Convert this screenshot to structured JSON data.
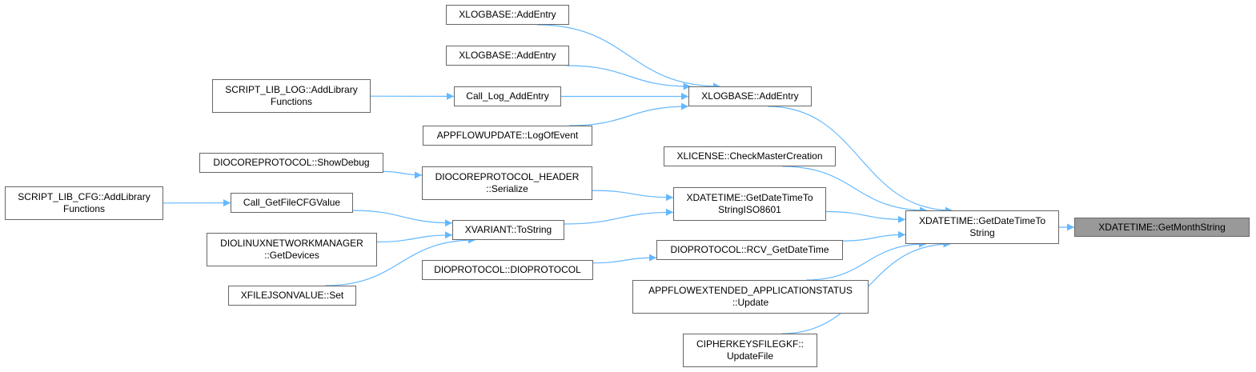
{
  "graph": {
    "edge_color": "#63b8ff",
    "node_border_color": "#666666",
    "current_node_fill": "#999999",
    "nodes": {
      "getmonthstring": [
        "XDATETIME::GetMonthString"
      ],
      "getdatetimetostring": [
        "XDATETIME::GetDateTimeTo",
        "String"
      ],
      "xlogbase_addentry_main": [
        "XLOGBASE::AddEntry"
      ],
      "xlogbase_addentry_top": [
        "XLOGBASE::AddEntry"
      ],
      "xlogbase_addentry_second": [
        "XLOGBASE::AddEntry"
      ],
      "call_log_addentry": [
        "Call_Log_AddEntry"
      ],
      "script_lib_log": [
        "SCRIPT_LIB_LOG::AddLibrary",
        "Functions"
      ],
      "appflowupdate_logofevent": [
        "APPFLOWUPDATE::LogOfEvent"
      ],
      "xlicense_checkmastercreation": [
        "XLICENSE::CheckMasterCreation"
      ],
      "getdatetimetostringiso8601": [
        "XDATETIME::GetDateTimeTo",
        "StringISO8601"
      ],
      "diocoreprotocol_header_serialize": [
        "DIOCOREPROTOCOL_HEADER",
        "::Serialize"
      ],
      "diocoreprotocol_showdebug": [
        "DIOCOREPROTOCOL::ShowDebug"
      ],
      "xvariant_tostring": [
        "XVARIANT::ToString"
      ],
      "call_getfilecfgvalue": [
        "Call_GetFileCFGValue"
      ],
      "script_lib_cfg": [
        "SCRIPT_LIB_CFG::AddLibrary",
        "Functions"
      ],
      "diolinuxnetworkmanager_getdevices": [
        "DIOLINUXNETWORKMANAGER",
        "::GetDevices"
      ],
      "xfilejsonvalue_set": [
        "XFILEJSONVALUE::Set"
      ],
      "dioprotocol_rcv_getdatetime": [
        "DIOPROTOCOL::RCV_GetDateTime"
      ],
      "dioprotocol_dioprotocol": [
        "DIOPROTOCOL::DIOPROTOCOL"
      ],
      "appflowextended_update": [
        "APPFLOWEXTENDED_APPLICATIONSTATUS",
        "::Update"
      ],
      "cipherkeysfilegkf_updatefile": [
        "CIPHERKEYSFILEGKF::",
        "UpdateFile"
      ]
    },
    "current": "getmonthstring",
    "edges": [
      [
        "getdatetimetostring",
        "getmonthstring"
      ],
      [
        "xlogbase_addentry_main",
        "getdatetimetostring"
      ],
      [
        "xlicense_checkmastercreation",
        "getdatetimetostring"
      ],
      [
        "getdatetimetostringiso8601",
        "getdatetimetostring"
      ],
      [
        "dioprotocol_rcv_getdatetime",
        "getdatetimetostring"
      ],
      [
        "appflowextended_update",
        "getdatetimetostring"
      ],
      [
        "cipherkeysfilegkf_updatefile",
        "getdatetimetostring"
      ],
      [
        "xlogbase_addentry_top",
        "xlogbase_addentry_main"
      ],
      [
        "xlogbase_addentry_second",
        "xlogbase_addentry_main"
      ],
      [
        "call_log_addentry",
        "xlogbase_addentry_main"
      ],
      [
        "appflowupdate_logofevent",
        "xlogbase_addentry_main"
      ],
      [
        "script_lib_log",
        "call_log_addentry"
      ],
      [
        "diocoreprotocol_header_serialize",
        "getdatetimetostringiso8601"
      ],
      [
        "xvariant_tostring",
        "getdatetimetostringiso8601"
      ],
      [
        "diocoreprotocol_showdebug",
        "diocoreprotocol_header_serialize"
      ],
      [
        "call_getfilecfgvalue",
        "xvariant_tostring"
      ],
      [
        "diolinuxnetworkmanager_getdevices",
        "xvariant_tostring"
      ],
      [
        "xfilejsonvalue_set",
        "xvariant_tostring"
      ],
      [
        "script_lib_cfg",
        "call_getfilecfgvalue"
      ],
      [
        "dioprotocol_dioprotocol",
        "dioprotocol_rcv_getdatetime"
      ]
    ]
  }
}
